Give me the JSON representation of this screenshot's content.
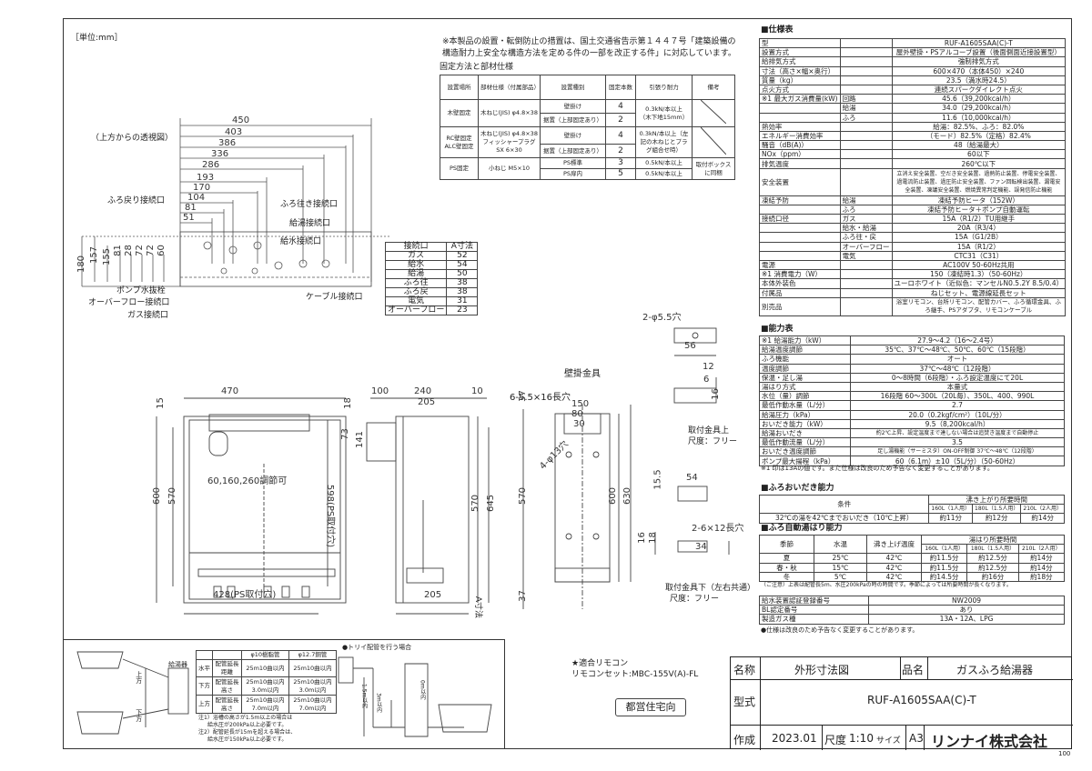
{
  "unit_label": "［単位:mm］",
  "note_top": [
    "※本製品の設置・転倒防止の措置は、国土交通省告示第１４４７号「建築設備の",
    "構造耐力上安全な構造方法を定める件の一部を改正する件」に対応しています。"
  ],
  "fixing_title": "固定方法と部材仕様",
  "fixing_table": {
    "headers": [
      "設置場所",
      "部材仕様（付属部品）",
      "設置種別",
      "固定本数",
      "引張り耐力",
      "備考"
    ],
    "rows": [
      [
        "木壁固定",
        "木ねじ(JIS) φ4.8×38",
        "壁掛け",
        "4",
        "0.3kN/本以上",
        ""
      ],
      [
        "",
        "",
        "据置（上部固定あり）",
        "2",
        "（木下地15mm）",
        ""
      ],
      [
        "RC壁固定 ALC壁固定",
        "木ねじ(JIS) φ4.8×38 フィッシャープラグSX 6×30",
        "壁掛け",
        "4",
        "0.3kN/本以上（左記の木ねじとプラグ組合せ時）",
        ""
      ],
      [
        "",
        "",
        "据置（上部固定あり）",
        "2",
        "",
        ""
      ],
      [
        "PS固定",
        "小ねじ M5×10",
        "PS標準",
        "3",
        "0.5kN/本以上",
        "取付ボックス に同梱"
      ],
      [
        "",
        "",
        "PS扉内",
        "5",
        "0.5kN/本以上",
        ""
      ]
    ]
  },
  "top_view": {
    "label": "（上方からの透視図）",
    "dims": [
      "450",
      "403",
      "386",
      "336",
      "286",
      "193",
      "170",
      "104",
      "81",
      "51"
    ],
    "left_dims": [
      "180",
      "157",
      "155",
      "81",
      "28",
      "72",
      "60",
      "72"
    ],
    "callouts_left": [
      "ふろ戻り接続口",
      "ポンプ水抜栓",
      "オーバーフロー接続口",
      "ガス接続口"
    ],
    "callouts_right": [
      "ふろ往き接続口",
      "給湯接続口",
      "給水接続口",
      "ケーブル接続口"
    ]
  },
  "port_table": {
    "headers": [
      "接続口",
      "A寸法"
    ],
    "rows": [
      [
        "ガス",
        "52"
      ],
      [
        "給水",
        "54"
      ],
      [
        "給湯",
        "50"
      ],
      [
        "ふろ往",
        "38"
      ],
      [
        "ふろ戻",
        "38"
      ],
      [
        "電気",
        "31"
      ],
      [
        "オーバーフロー",
        "23"
      ]
    ]
  },
  "front_dims": {
    "width": "470",
    "h15": "15",
    "h18": "18",
    "adj": "60,160,260調節可",
    "h600": "600",
    "h570": "570",
    "ps": "598(PS取付穴)",
    "bottom": "428(PS取付穴)"
  },
  "side_dims": {
    "top": [
      "100",
      "240",
      "10"
    ],
    "w205": "205",
    "h73": "73",
    "h141": "141",
    "h570": "570",
    "h645": "645",
    "h205b": "205",
    "a": "A寸法"
  },
  "bracket": {
    "title": "壁掛金具",
    "slot": "6-5.5×16長穴",
    "d150": "150",
    "d80": "80",
    "d30": "30",
    "d37": "37",
    "d37b": "37",
    "holes": "4-φ13穴",
    "h570": "570",
    "h600": "600",
    "h630": "630",
    "hole2": "2-φ5.5穴",
    "d56": "56",
    "d12": "12",
    "d6": "6",
    "d16": "16",
    "cap1": "取付金具上",
    "scale1": "尺度：フリー",
    "d155": "15.5",
    "d54": "54",
    "slot2": "2-6×12長穴",
    "d16b": "16",
    "d18": "18",
    "d34": "34",
    "cap2": "取付金具下（左右共通）",
    "scale2": "尺度：フリー"
  },
  "spec": {
    "title": "■仕様表",
    "rows": [
      [
        "型",
        "",
        "式",
        "RUF-A1605SAA(C)-T"
      ],
      [
        "設置方式",
        "",
        "",
        "屋外壁掛・PSアルコーブ設置（後面側面近接設置型）"
      ],
      [
        "給排気方式",
        "",
        "",
        "強制排気方式"
      ],
      [
        "寸法（高さ×幅×奥行）",
        "",
        "",
        "600×470（本体450）×240"
      ],
      [
        "質量（kg）",
        "",
        "",
        "23.5（満水時24.5）"
      ],
      [
        "点火方式",
        "",
        "",
        "連続スパークダイレクト点火"
      ],
      [
        "※1 最大ガス消費量(kW)",
        "回路",
        "",
        "45.6（39,200kcal/h）"
      ],
      [
        "",
        "給湯",
        "",
        "34.0（29,200kcal/h）"
      ],
      [
        "",
        "ふろ",
        "",
        "11.6（10,000kcal/h）"
      ],
      [
        "熱効率",
        "",
        "",
        "給湯：82.5%、ふろ：82.0%"
      ],
      [
        "エネルギー消費効率",
        "",
        "",
        "（モード）82.5%（定格）82.4%"
      ],
      [
        "騒音（dB(A)）",
        "",
        "",
        "48（給湯最大）"
      ],
      [
        "NOx（ppm）",
        "",
        "",
        "60以下"
      ],
      [
        "排気温度",
        "",
        "",
        "260℃以下"
      ],
      [
        "安全装置",
        "",
        "",
        "立消え安全装置、空だき安全装置、過熱防止装置、停電安全装置、過電流防止装置、過圧防止安全装置、ファン回転検出装置、漏電安全装置、凍議安全装置、燃焼異常判定機能、誤発信防止機能"
      ],
      [
        "凍結予防",
        "給湯",
        "",
        "凍結予防ヒータ（152W）"
      ],
      [
        "",
        "ふろ",
        "",
        "凍結予防ヒータ＋ポンプ自動運転"
      ],
      [
        "接続口径",
        "ガス",
        "",
        "15A（R1/2）TU用継手"
      ],
      [
        "",
        "給水・給湯",
        "",
        "20A（R3/4）"
      ],
      [
        "",
        "ふろ往・戻",
        "",
        "15A（G1/2B）"
      ],
      [
        "",
        "オーバーフロー",
        "",
        "15A（R1/2）"
      ],
      [
        "",
        "電気",
        "",
        "CTC31（C31）"
      ],
      [
        "電源",
        "",
        "",
        "AC100V 50-60Hz共用"
      ],
      [
        "※1 消費電力（W）",
        "",
        "",
        "150（凍結時1.3）（50-60Hz）"
      ],
      [
        "本体外装色",
        "",
        "",
        "ユーロホワイト（近似色：マンセルN0.5.2Y 8.5/0.4）"
      ],
      [
        "付属品",
        "",
        "",
        "ねじセット、電源線延長セット"
      ],
      [
        "別売品",
        "",
        "",
        "浴室リモコン、台所リモコン、配管カバー、ふろ循環金具、ふろ継手、PSアダプタ、リモコンケーブル"
      ]
    ]
  },
  "perf": {
    "title": "■能力表",
    "rows": [
      [
        "※1 給湯能力（kW）",
        "27.9〜4.2（16〜2.4号）"
      ],
      [
        "給湯温度調節",
        "35℃、37℃〜48℃、50℃、60℃（15段階）"
      ],
      [
        "ふろ機能",
        "オート"
      ],
      [
        "温度調節",
        "37℃〜48℃（12段階）"
      ],
      [
        "保温・足し湯",
        "0〜8時間（6段階）・ふろ設定温度にて20L"
      ],
      [
        "湯はり方式",
        "本量式"
      ],
      [
        "水位（量）調節",
        "16段階 60〜300L（20L毎）、350L、400、990L"
      ],
      [
        "最低作動水量（L/分）",
        "2.7"
      ],
      [
        "給湯圧力（kPa）",
        "20.0（0.2kgf/cm²）（10L/分）"
      ],
      [
        "おいだき能力（kW）",
        "9.5（8,200kcal/h）"
      ],
      [
        "給湯おいだき",
        "約2℃上昇、設定温度まで達しない場合は追焚き温度まで自動停止"
      ],
      [
        "最低作動流量（L/分）",
        "3.5"
      ],
      [
        "おいだき温度調節",
        "足し湯機能（サーミスタ）ON-OFF制御 37℃〜48℃（12段階）"
      ],
      [
        "ポンプ最大揚程（kPa）",
        "60（6.1m）±10（5L/分）（50-60Hz）"
      ]
    ],
    "note": "※1 印は13Aの値です。また仕様は改良のため予告なく変更することがあります。"
  },
  "oidaki": {
    "title": "■ふろおいだき能力",
    "headers": [
      "条件",
      "沸き上がり所要時間"
    ],
    "sub": [
      "160L（1人用）",
      "180L（1.5人用）",
      "210L（2人用）"
    ],
    "row": [
      "32℃の湯を42℃までおいだき（10℃上昇）",
      "約11分",
      "約12分",
      "約14分"
    ]
  },
  "yuhari": {
    "title": "■ふろ自動湯はり能力",
    "headers": [
      "季節",
      "水温",
      "沸き上げ温度",
      "湯はり所要時間"
    ],
    "sub": [
      "160L（1人用）",
      "180L（1.5人用）",
      "210L（2人用）"
    ],
    "rows": [
      [
        "夏",
        "25℃",
        "42℃",
        "約11.5分",
        "約12.5分",
        "約14分"
      ],
      [
        "春・秋",
        "15℃",
        "42℃",
        "約11.5分",
        "約12.5分",
        "約14分"
      ],
      [
        "冬",
        "5℃",
        "42℃",
        "約14.5分",
        "約16分",
        "約18分"
      ]
    ],
    "note": "（ご注意）上表は配管長5m、水圧200kPaの時の時間です。季節によっては所要時間が長くなります。"
  },
  "cert": {
    "rows": [
      [
        "給水装置認証登録番号",
        "NW2009"
      ],
      [
        "BL認定番号",
        "あり"
      ],
      [
        "製造ガス種",
        "13A・12A、LPG"
      ]
    ],
    "note": "●仕様は改良のため予告なく変更することがあります。"
  },
  "bottom_left": {
    "tri_title": "●トリイ配管を行う場合",
    "table_headers": [
      "",
      "",
      "φ10樹脂管",
      "φ12.7銅管"
    ],
    "rows": [
      [
        "水平",
        "配管延長距離",
        "25m10曲以内",
        "25m10曲以内"
      ],
      [
        "下方",
        "配管延長高さ",
        "25m10曲以内 3.0m以内",
        "25m10曲以内 3.0m以内"
      ],
      [
        "上方",
        "配管延長高さ",
        "25m10曲以内 7.0m以内",
        "25m10曲以内 7.0m以内"
      ]
    ],
    "notes": [
      "注1）浴槽の高さが1.5m以上の場合は",
      "給水圧が200kPa以上必要です。",
      "注2）配管延長が15mを超える場合は、",
      "給水圧が150kPa以上必要です。"
    ],
    "upper": "上方",
    "lower": "下方",
    "heater": "給湯器",
    "h15": "1.5m以内",
    "h3": "3m以内",
    "h0": "0m以内"
  },
  "remote": [
    "★適合リモコン",
    "リモコンセット:MBC-155V(A)-FL"
  ],
  "stamp": "都営住宅向",
  "title_block": {
    "name_label": "名称",
    "name": "外形寸法図",
    "product_label": "品名",
    "product": "ガスふろ給湯器",
    "model_label": "型式",
    "model": "RUF-A1605SAA(C)-T",
    "made_label": "作成",
    "date": "2023.01",
    "scale_label": "尺度",
    "scale": "1:10",
    "size_label": "サイズ",
    "size": "A3",
    "company": "リンナイ株式会社",
    "page": "100"
  }
}
